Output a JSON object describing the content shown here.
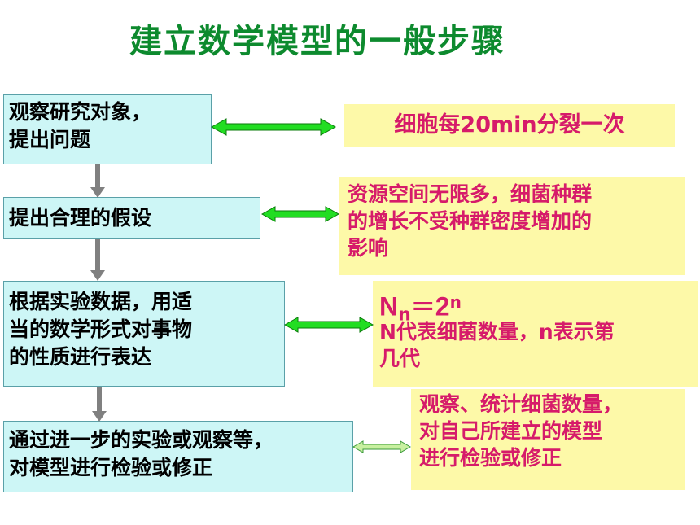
{
  "title": "建立数学模型的一般步骤",
  "steps": [
    {
      "lines": [
        "观察研究对象，",
        "提出问题"
      ]
    },
    {
      "lines": [
        "提出合理的假设"
      ]
    },
    {
      "lines": [
        "根据实验数据，用适",
        "当的数学形式对事物",
        "的性质进行表达"
      ]
    },
    {
      "lines": [
        "通过进一步的实验或观察等，",
        "对模型进行检验或修正"
      ]
    }
  ],
  "notes": [
    {
      "lines": [
        "细胞每20min分裂一次"
      ]
    },
    {
      "lines": [
        "资源空间无限多，细菌种群",
        "的增长不受种群密度增加的",
        "影响"
      ]
    },
    {
      "formula": {
        "base": "N",
        "sub": "n",
        "eq": "＝",
        "two": "2",
        "sup": "n"
      },
      "lines": [
        "N代表细菌数量，n表示第",
        "几代"
      ]
    },
    {
      "lines": [
        "观察、统计细菌数量，",
        "对自己所建立的模型",
        "进行检验或修正"
      ]
    }
  ],
  "colors": {
    "title": "#0d8a2e",
    "step_fill": "#cdf6f6",
    "note_fill": "#fdf9a8",
    "note_text": "#d61b6a",
    "arrow_green": "#22dd22",
    "arrow_gray": "#808080"
  }
}
